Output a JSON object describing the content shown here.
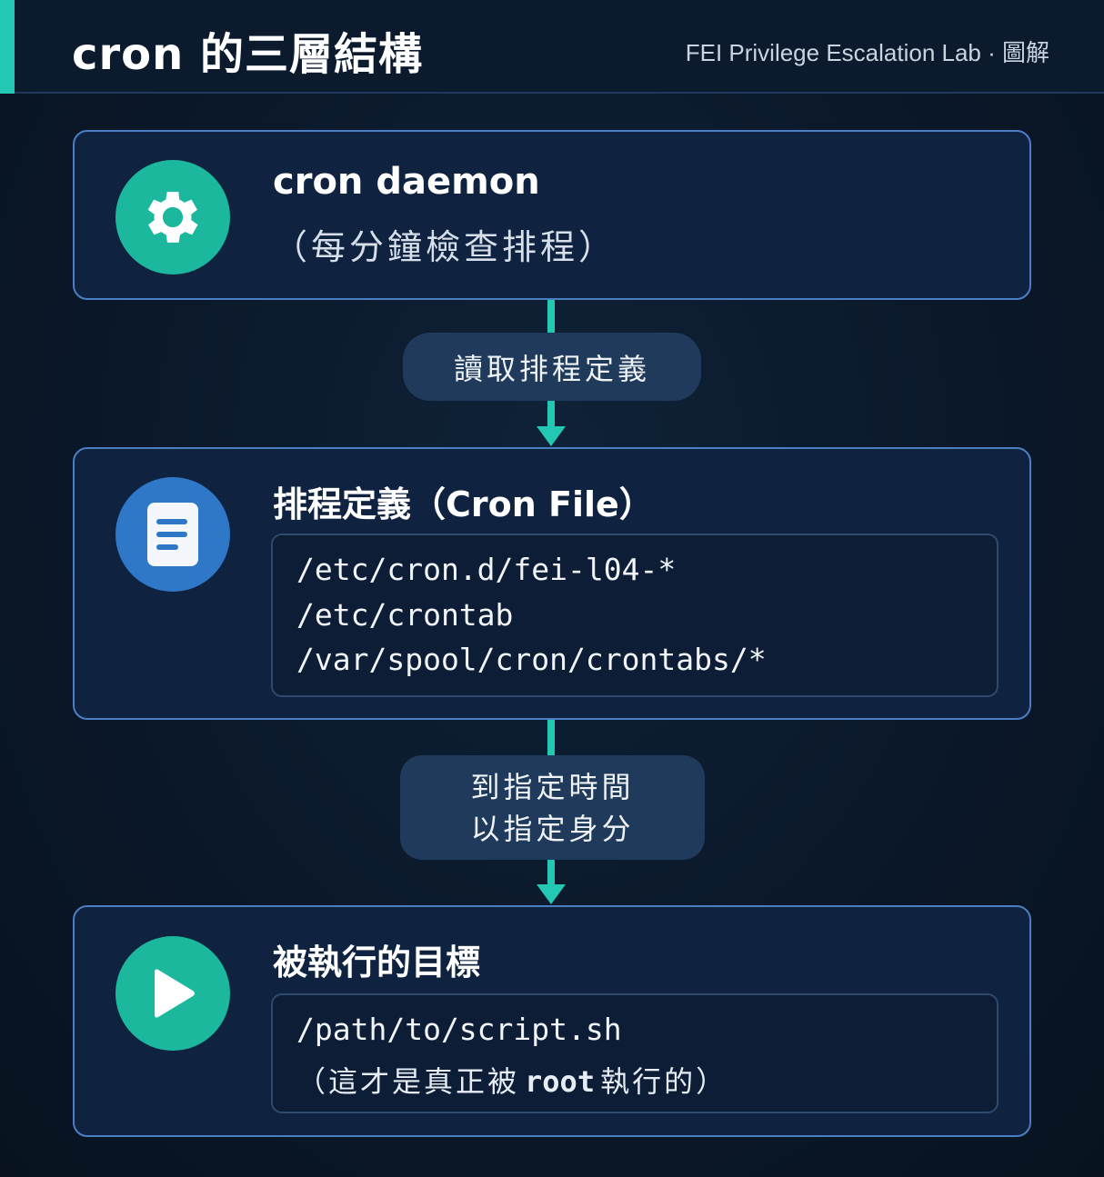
{
  "header": {
    "title": "cron 的三層結構",
    "subtitle": "FEI Privilege Escalation Lab · 圖解"
  },
  "layers": [
    {
      "icon": "gear-icon",
      "title": "cron daemon",
      "subtitle": "（每分鐘檢查排程）"
    },
    {
      "icon": "document-icon",
      "title": "排程定義（Cron File）",
      "paths": [
        "/etc/cron.d/fei-l04-*",
        "/etc/crontab",
        "/var/spool/cron/crontabs/*"
      ]
    },
    {
      "icon": "play-icon",
      "title": "被執行的目標",
      "path": "/path/to/script.sh",
      "note_prefix": "（這才是真正被",
      "note_code": "root",
      "note_suffix": "執行的）"
    }
  ],
  "connectors": [
    {
      "label": "讀取排程定義"
    },
    {
      "label_line1": "到指定時間",
      "label_line2": "以指定身分"
    }
  ],
  "colors": {
    "accent": "#22c8b4",
    "card_border": "#4a7fc4",
    "teal_circle": "#1bb89d",
    "blue_circle": "#2f78c8"
  }
}
